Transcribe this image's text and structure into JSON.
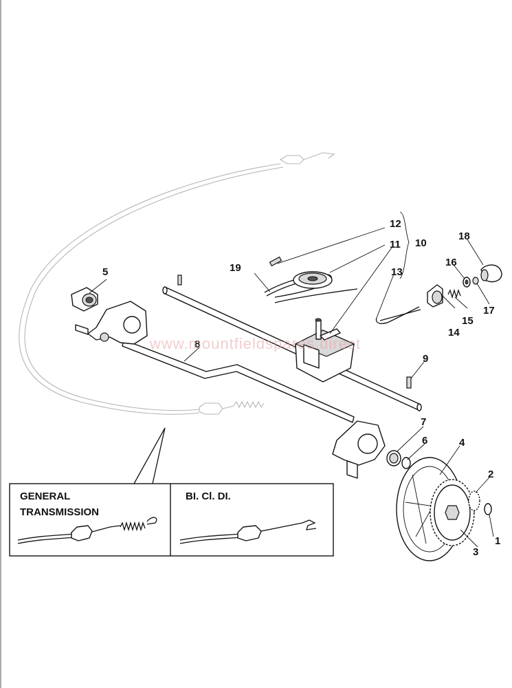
{
  "callouts": [
    "1",
    "2",
    "3",
    "4",
    "5",
    "6",
    "7",
    "8",
    "9",
    "10",
    "11",
    "12",
    "13",
    "14",
    "15",
    "16",
    "17",
    "18",
    "19"
  ],
  "inset": {
    "left_caption_line1": "GENERAL",
    "left_caption_line2": "TRANSMISSION",
    "right_caption": "BI. Cl. DI."
  },
  "watermark": "www.mountfieldspares.direct"
}
